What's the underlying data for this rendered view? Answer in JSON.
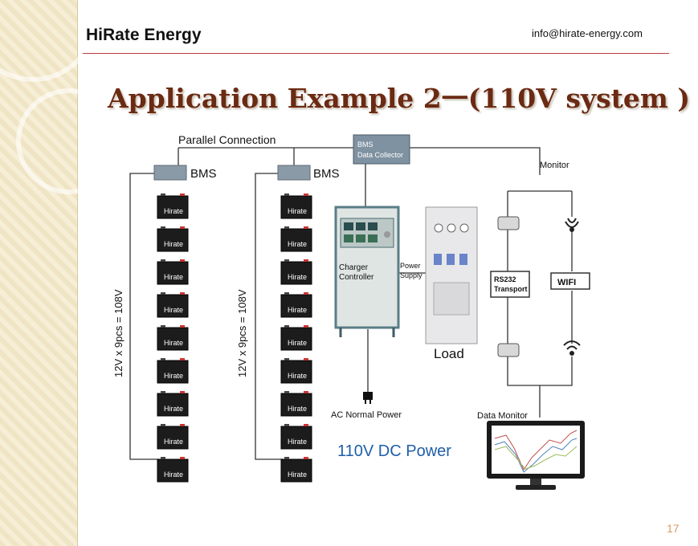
{
  "header": {
    "company": "HiRate Energy",
    "email": "info@hirate-energy.com"
  },
  "title": "Application Example 2一(110V system )",
  "diagram": {
    "parallel_connection": "Parallel Connection",
    "bms_collector_line1": "BMS",
    "bms_collector_line2": "Data Collector",
    "bms_label": "BMS",
    "battery_brand": "Hirate",
    "string_label": "12V x 9pcs = 108V",
    "monitor": "Monitor",
    "charger_line1": "Charger",
    "charger_line2": "Controller",
    "power_supply_line1": "Power",
    "power_supply_line2": "Supply",
    "load": "Load",
    "rs232_line1": "RS232",
    "rs232_line2": "Transport",
    "wifi": "WIFI",
    "ac_power": "AC Normal Power",
    "data_monitor": "Data Monitor",
    "dc_power": "110V DC Power"
  },
  "footer": {
    "page": "17"
  },
  "colors": {
    "title": "#6b2a12",
    "rule": "#c23b3b",
    "dc_power": "#1f5fa8",
    "band": "#efe4c3"
  }
}
